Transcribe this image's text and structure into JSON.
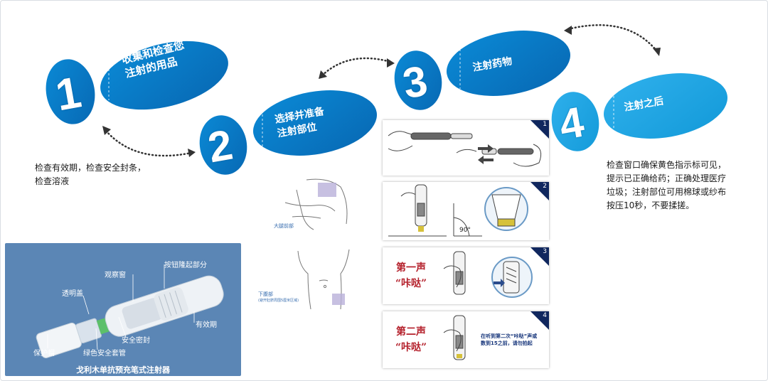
{
  "steps": [
    {
      "number": "1",
      "title_line1": "收集和检查您",
      "title_line2": "注射的用品"
    },
    {
      "number": "2",
      "title_line1": "选择并准备",
      "title_line2": "注射部位"
    },
    {
      "number": "3",
      "title_line1": "注射药物",
      "title_line2": ""
    },
    {
      "number": "4",
      "title_line1": "注射之后",
      "title_line2": ""
    }
  ],
  "step1_note": {
    "line1": "检查有效期，检查安全封条，",
    "line2": "检查溶液"
  },
  "step4_note": {
    "line1": "检查窗口确保黄色指示标可见，",
    "line2": "提示已正确给药；正确处理医疗",
    "line3": "垃圾；注射部位可用棉球或纱布",
    "line4": "按压10秒，不要揉搓。"
  },
  "injection_sites": {
    "thigh": "大腿前部",
    "abdomen": "下腹部",
    "abdomen_note": "(避开肚脐周围5厘米区域)"
  },
  "panels": [
    {
      "badge": "1"
    },
    {
      "badge": "2",
      "angle": "90°"
    },
    {
      "badge": "3",
      "sound_line1": "第一声",
      "sound_line2": "“咔哒”"
    },
    {
      "badge": "4",
      "sound_line1": "第二声",
      "sound_line2": "“咔哒”",
      "instruction_line1": "在听到第二次“咔哒”声或",
      "instruction_line2": "数到15之前，请勿拍起"
    }
  ],
  "device": {
    "caption": "戈利木单抗预充笔式注射器",
    "labels": {
      "button": "按钮隆起部分",
      "window": "观察窗",
      "clear_cap": "透明盖",
      "expiry": "有效期",
      "safety_seal": "安全密封",
      "cap": "保护帽",
      "green_sleeve": "绿色安全套管"
    }
  },
  "colors": {
    "blue_dark": "#0a78c4",
    "blue_light": "#2aa4e3",
    "device_bg": "#5b86b5",
    "red": "#b41f2a",
    "navy": "#10275e"
  }
}
